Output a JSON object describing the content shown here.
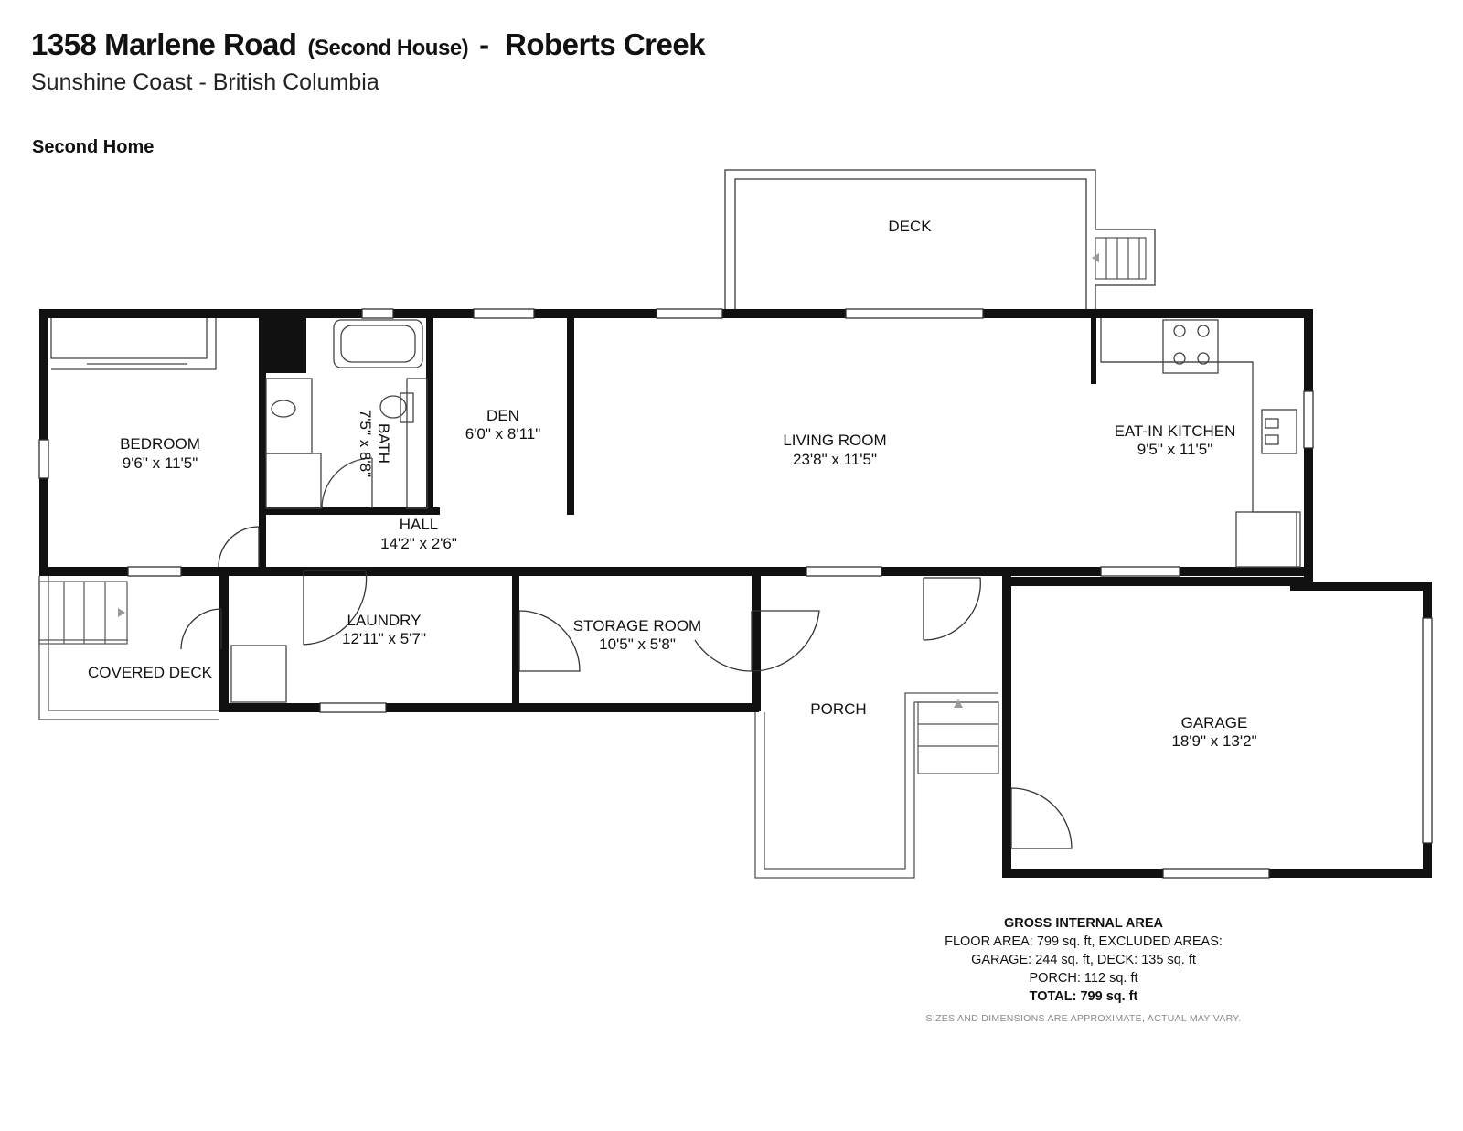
{
  "header": {
    "address": "1358 Marlene Road",
    "tag": "(Second House)",
    "separator": "-",
    "community": "Roberts Creek",
    "region": "Sunshine Coast - British Columbia"
  },
  "floor_title": "Second Home",
  "rooms": {
    "deck": {
      "name": "DECK",
      "size": ""
    },
    "bedroom": {
      "name": "BEDROOM",
      "size": "9'6\" x 11'5\""
    },
    "bath": {
      "name": "BATH",
      "size": "7'5\" x 8'8\""
    },
    "den": {
      "name": "DEN",
      "size": "6'0\" x 8'11\""
    },
    "living": {
      "name": "LIVING ROOM",
      "size": "23'8\" x 11'5\""
    },
    "kitchen": {
      "name": "EAT-IN KITCHEN",
      "size": "9'5\" x 11'5\""
    },
    "hall": {
      "name": "HALL",
      "size": "14'2\" x 2'6\""
    },
    "covered_deck": {
      "name": "COVERED DECK",
      "size": ""
    },
    "laundry": {
      "name": "LAUNDRY",
      "size": "12'11\" x 5'7\""
    },
    "storage": {
      "name": "STORAGE ROOM",
      "size": "10'5\" x 5'8\""
    },
    "porch": {
      "name": "PORCH",
      "size": ""
    },
    "garage": {
      "name": "GARAGE",
      "size": "18'9\" x 13'2\""
    }
  },
  "area": {
    "title": "GROSS INTERNAL AREA",
    "line1": "FLOOR AREA: 799 sq. ft, EXCLUDED AREAS:",
    "line2": "GARAGE: 244 sq. ft, DECK: 135 sq. ft",
    "line3": "PORCH: 112 sq. ft",
    "total": "TOTAL: 799 sq. ft"
  },
  "disclaimer": "SIZES AND DIMENSIONS ARE APPROXIMATE, ACTUAL MAY VARY.",
  "colors": {
    "wall": "#111111",
    "thin_line": "#555555",
    "background": "#ffffff"
  }
}
